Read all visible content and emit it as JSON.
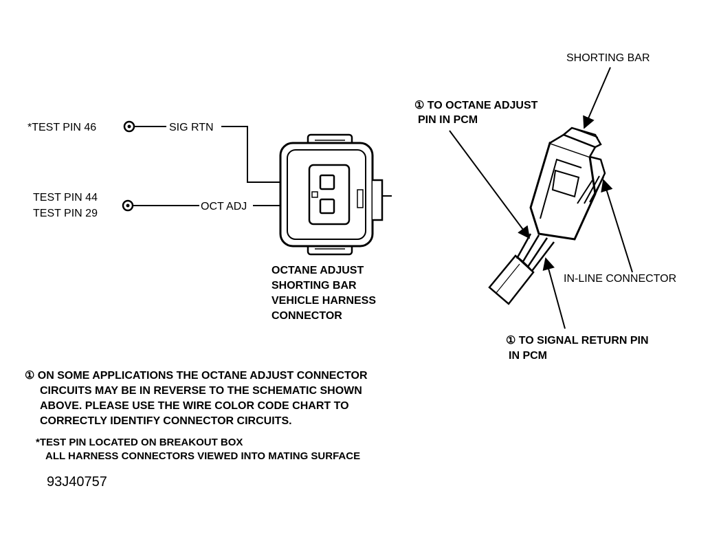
{
  "schematic": {
    "pin46_label": "*TEST PIN 46",
    "pin44_label": "TEST PIN 44",
    "pin29_label": "TEST PIN 29",
    "sig_rtn_label": "SIG RTN",
    "oct_adj_label": "OCT ADJ",
    "connector_caption": [
      "OCTANE ADJUST",
      "SHORTING BAR",
      "VEHICLE  HARNESS",
      "CONNECTOR"
    ]
  },
  "pictorial": {
    "shorting_bar_label": "SHORTING BAR",
    "octane_callout": [
      "① TO OCTANE ADJUST",
      "PIN IN PCM"
    ],
    "inline_connector_label": "IN-LINE CONNECTOR",
    "signal_return_callout": [
      "① TO SIGNAL RETURN PIN",
      "IN PCM"
    ]
  },
  "notes": {
    "footnote_lines": [
      "① ON SOME APPLICATIONS THE OCTANE ADJUST CONNECTOR",
      "CIRCUITS MAY BE IN REVERSE TO THE SCHEMATIC SHOWN",
      "ABOVE. PLEASE USE THE WIRE COLOR CODE CHART  TO",
      "CORRECTLY IDENTIFY CONNECTOR CIRCUITS."
    ],
    "test_pin_note": "*TEST PIN LOCATED ON BREAKOUT BOX",
    "viewing_note": "ALL HARNESS CONNECTORS VIEWED INTO MATING SURFACE"
  },
  "figure_id": "93J40757"
}
